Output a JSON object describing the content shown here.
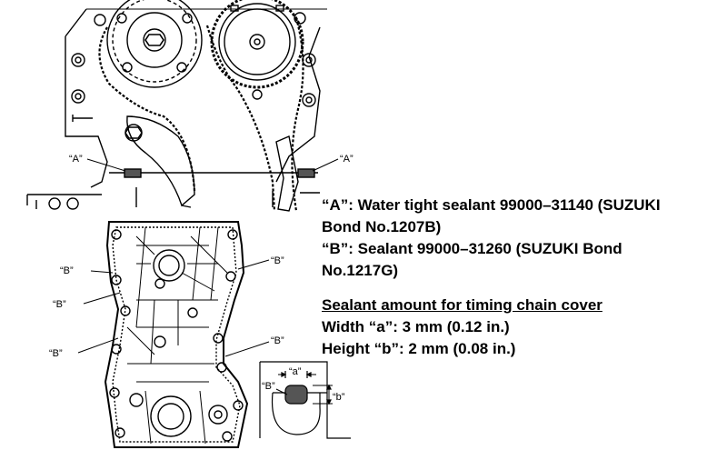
{
  "diagram": {
    "callouts": {
      "a_left": "“A”",
      "a_right": "“A”",
      "b_left_1": "“B”",
      "b_left_2": "“B”",
      "b_left_3": "“B”",
      "b_right_1": "“B”",
      "b_right_2": "“B”",
      "b_detail": "“B”",
      "dim_a": "“a”",
      "dim_b": "“b”"
    }
  },
  "notes": {
    "line1": "“A”:  Water tight sealant 99000–31140 (SUZUKI",
    "line2": "Bond No.1207B)",
    "line3": "“B”:  Sealant 99000–31260 (SUZUKI Bond",
    "line4": "No.1217G)",
    "heading": "Sealant amount for timing chain cover",
    "width_line": "Width “a”: 3 mm (0.12 in.)",
    "height_line": "Height “b”: 2 mm (0.08 in.)"
  }
}
